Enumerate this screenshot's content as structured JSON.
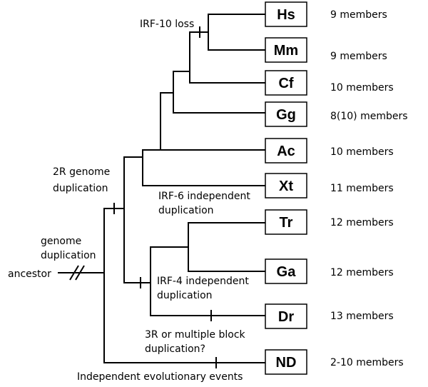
{
  "taxa": [
    {
      "code": "Hs",
      "members": "9 members"
    },
    {
      "code": "Mm",
      "members": "9 members"
    },
    {
      "code": "Cf",
      "members": "10 members"
    },
    {
      "code": "Gg",
      "members": "8(10) members"
    },
    {
      "code": "Ac",
      "members": "10 members"
    },
    {
      "code": "Xt",
      "members": "11 members"
    },
    {
      "code": "Tr",
      "members": "12 members"
    },
    {
      "code": "Ga",
      "members": "12 members"
    },
    {
      "code": "Dr",
      "members": "13 members"
    },
    {
      "code": "ND",
      "members": "2-10 members"
    }
  ],
  "root_label": "ancestor",
  "events": {
    "irf10_loss": "IRF-10 loss",
    "genome_duplication": [
      "genome",
      "duplication"
    ],
    "two_r_duplication": [
      "2R genome",
      "duplication"
    ],
    "irf6_independent": [
      "IRF-6  independent",
      "duplication"
    ],
    "irf4_independent": [
      "IRF-4 independent",
      "duplication"
    ],
    "three_r_duplication": [
      "3R or multiple block",
      "duplication?"
    ],
    "independent_events": "Independent evolutionary events"
  }
}
